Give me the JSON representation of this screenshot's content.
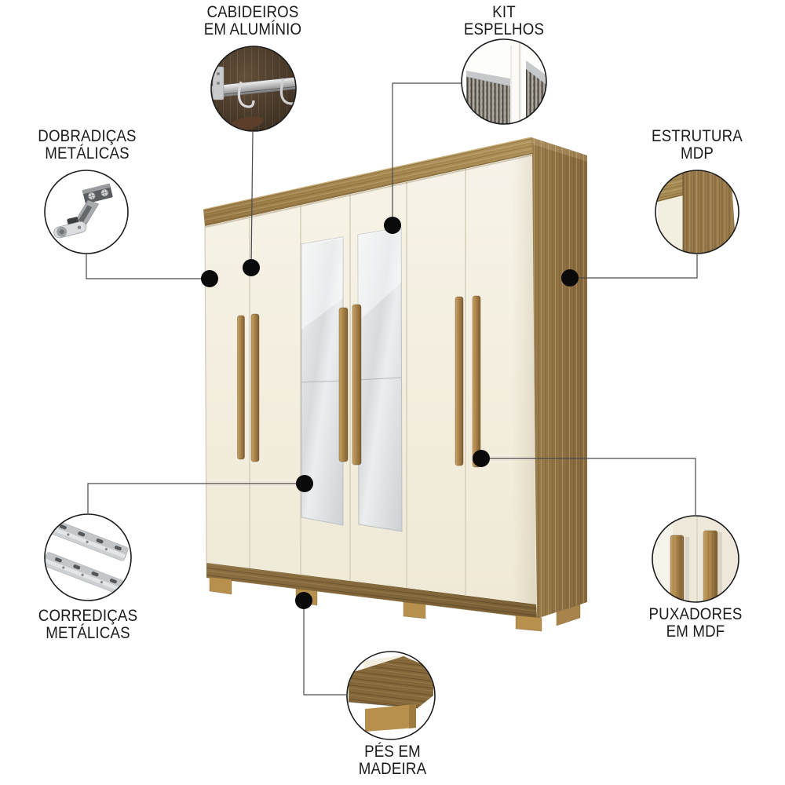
{
  "callouts": {
    "cabideiros": {
      "label": "CABIDEIROS\nEM ALUMÍNIO",
      "feature": "aluminum hanging rods"
    },
    "kit_espelhos": {
      "label": "KIT\nESPELHOS",
      "feature": "mirror kit"
    },
    "dobradicas": {
      "label": "DOBRADIÇAS\nMETÁLICAS",
      "feature": "metal hinges"
    },
    "estrutura": {
      "label": "ESTRUTURA\nMDP",
      "feature": "MDP structure"
    },
    "corredicas": {
      "label": "CORREDIÇAS\nMETÁLICAS",
      "feature": "metal slides"
    },
    "puxadores": {
      "label": "PUXADORES\nEM MDF",
      "feature": "MDF handles"
    },
    "pes": {
      "label": "PÉS EM\nMADEIRA",
      "feature": "wooden feet"
    }
  },
  "palette": {
    "background": "#ffffff",
    "text_color": "#1b1b1b",
    "line_color": "#4a4a4a",
    "dot_color": "#0a0a0a",
    "door_cream": "#f4f0e3",
    "wood_mid": "#97794a",
    "wood_fascia": "#a88c55",
    "wood_base": "#846839",
    "wood_feet": "#b8904e",
    "handle_wood": "#a6834c",
    "mirror_gray": "#d8dbdd",
    "circle_stroke": "#1c1c1c"
  }
}
